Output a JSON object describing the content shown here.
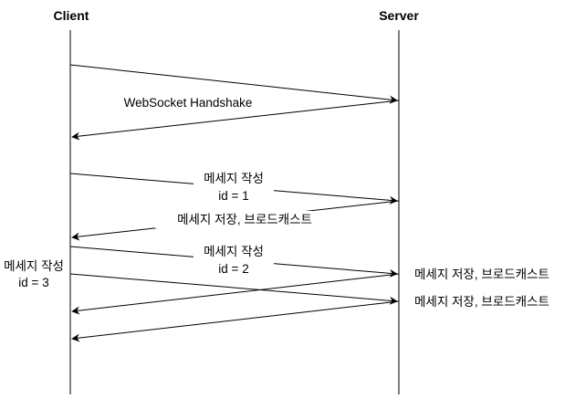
{
  "actors": {
    "client": "Client",
    "server": "Server"
  },
  "labels": {
    "handshake": "WebSocket Handshake",
    "write1_line1": "메세지 작성",
    "write1_line2": "id = 1",
    "save_broadcast1": "메세지 저장, 브로드캐스트",
    "write2_line1": "메세지 작성",
    "write2_line2": "id = 2",
    "write3_line1": "메세지 작성",
    "write3_line2": "id = 3",
    "save_broadcast2": "메세지 저장, 브로드캐스트",
    "save_broadcast3": "메세지 저장, 브로드캐스트"
  },
  "colors": {
    "line": "#000000",
    "background": "#ffffff"
  }
}
